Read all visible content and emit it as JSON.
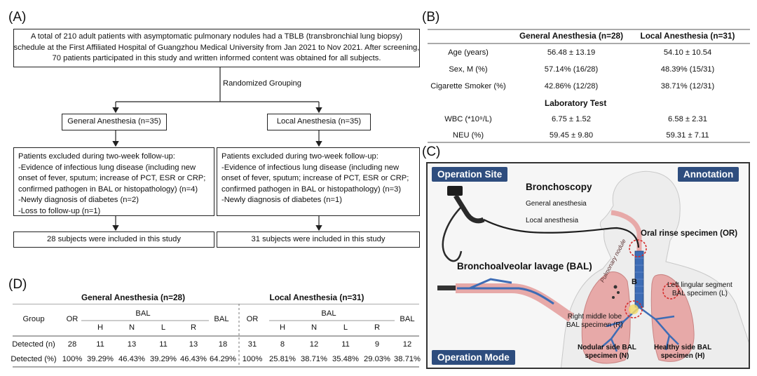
{
  "panel_labels": {
    "a": "(A)",
    "b": "(B)",
    "c": "(C)",
    "d": "(D)"
  },
  "flowchart": {
    "intro": [
      "A total of 210 adult patients with asymptomatic pulmonary nodules had a TBLB (transbronchial lung biopsy)",
      "schedule at the First Affiliated Hospital of Guangzhou Medical University from Jan 2021 to Nov 2021. After screening,",
      "70 patients participated in this study and written informed content was obtained for all subjects."
    ],
    "randomized_label": "Randomized Grouping",
    "ga_group": "General Anesthesia (n=35)",
    "la_group": "Local  Anesthesia (n=35)",
    "ga_excluded": [
      "Patients excluded during two-week follow-up:",
      "-Evidence of infectious lung disease (including new",
      "onset of fever, sputum; increase of PCT, ESR or CRP;",
      "confirmed pathogen in BAL or histopathology) (n=4)",
      "-Newly diagnosis of diabetes (n=2)",
      "-Loss to follow-up (n=1)"
    ],
    "la_excluded": [
      "Patients excluded during two-week follow-up:",
      "-Evidence of infectious lung disease (including new",
      "onset of fever, sputum; increase of PCT, ESR or CRP;",
      "confirmed pathogen in BAL or histopathology) (n=3)",
      "-Newly diagnosis of diabetes (n=1)"
    ],
    "ga_included": "28 subjects were included in this study",
    "la_included": "31 subjects were included in this study"
  },
  "baseline_table": {
    "headers": [
      "General Anesthesia (n=28)",
      "Local Anesthesia (n=31)"
    ],
    "rows": [
      {
        "label": "Age (years)",
        "ga": "56.48 ± 13.19",
        "la": "54.10 ± 10.54"
      },
      {
        "label": "Sex, M (%)",
        "ga": "57.14% (16/28)",
        "la": "48.39% (15/31)"
      },
      {
        "label": "Cigarette Smoker (%)",
        "ga": "42.86% (12/28)",
        "la": "38.71% (12/31)"
      },
      {
        "label": "WBC (*10⁹/L)",
        "ga": "6.75 ± 1.52",
        "la": "6.58 ± 2.31"
      },
      {
        "label": "NEU (%)",
        "ga": "59.45 ± 9.80",
        "la": "59.31 ± 7.11"
      }
    ],
    "section_label": "Laboratory Test"
  },
  "illustration": {
    "operation_site": "Operation Site",
    "annotation": "Annotation",
    "operation_mode": "Operation Mode",
    "bronchoscopy": "Bronchoscopy",
    "general_anesthesia": "General anesthesia",
    "local_anesthesia": "Local anesthesia",
    "oral_rinse": "Oral rinse specimen (OR)",
    "bal": "Bronchoalveolar lavage (BAL)",
    "pulmonary_nodule": "Pulmonary nodule",
    "left_lingular": [
      "Left lingular segment",
      "BAL specimen (L)"
    ],
    "right_middle": [
      "Right middle lobe",
      "BAL specimen (R)"
    ],
    "nodular_side": [
      "Nodular side BAL",
      "specimen (N)"
    ],
    "healthy_side": [
      "Healthy side BAL",
      "specimen (H)"
    ],
    "b_marker": "B",
    "colors": {
      "tag": "#2e4d7e",
      "lung": "#e7a9a8",
      "bronchi": "#3d6cb5",
      "marker": "#d62b2b"
    }
  },
  "detection_table": {
    "ga_title": "General Anesthesia (n=28)",
    "la_title": "Local Anesthesia (n=31)",
    "col_group": "Group",
    "col_or": "OR",
    "col_bal": "BAL",
    "sub_cols": [
      "H",
      "N",
      "L",
      "R"
    ],
    "rows": [
      {
        "label": "Detected (n)",
        "ga": [
          "28",
          "11",
          "13",
          "11",
          "13",
          "18"
        ],
        "la": [
          "31",
          "8",
          "12",
          "11",
          "9",
          "12"
        ]
      },
      {
        "label": "Detected (%)",
        "ga": [
          "100%",
          "39.29%",
          "46.43%",
          "39.29%",
          "46.43%",
          "64.29%"
        ],
        "la": [
          "100%",
          "25.81%",
          "38.71%",
          "35.48%",
          "29.03%",
          "38.71%"
        ]
      }
    ]
  }
}
